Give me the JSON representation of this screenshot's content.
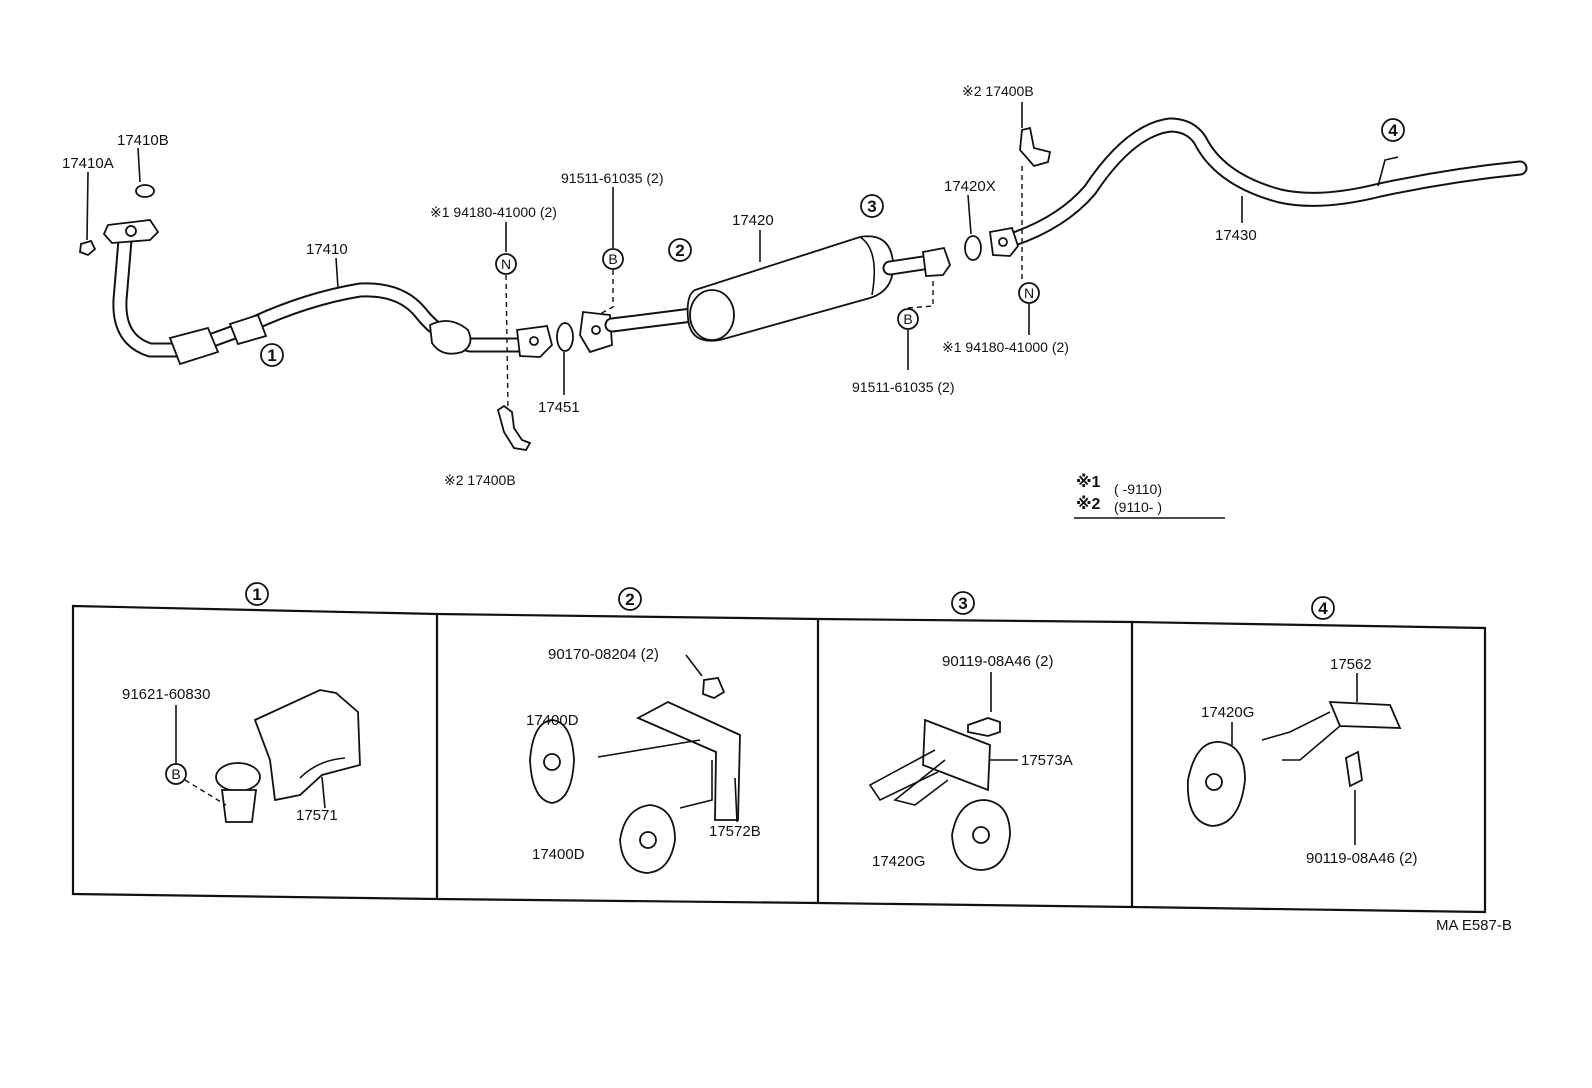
{
  "diagram": {
    "doc_code": "MA E587-B",
    "notes": {
      "n1_mark": "※1",
      "n1_range": "(       -9110)",
      "n2_mark": "※2",
      "n2_range": "(9110-        )"
    },
    "marker_letters": {
      "n": "N",
      "b": "B"
    },
    "circles": [
      "1",
      "2",
      "3",
      "4"
    ],
    "top_labels": {
      "p17410A": "17410A",
      "p17410B": "17410B",
      "p17410": "17410",
      "bolt_n_left": "※1  94180-41000 (2)",
      "bolt_b_left": "91511-61035 (2)",
      "p17451": "17451",
      "p17400B_left": "※2  17400B",
      "p17420": "17420",
      "bolt_b_right": "91511-61035 (2)",
      "p17400B_right": "※2  17400B",
      "p17420X": "17420X",
      "bolt_n_right": "※1  94180-41000 (2)",
      "p17430": "17430"
    },
    "detail_1": {
      "bolt": "91621-60830",
      "bracket": "17571"
    },
    "detail_2": {
      "nut": "90170-08204 (2)",
      "hanger_upper": "17400D",
      "hanger_lower": "17400D",
      "bracket": "17572B"
    },
    "detail_3": {
      "bolt": "90119-08A46 (2)",
      "bracket": "17573A",
      "hanger": "17420G"
    },
    "detail_4": {
      "bracket": "17562",
      "hanger": "17420G",
      "bolt": "90119-08A46 (2)"
    }
  }
}
